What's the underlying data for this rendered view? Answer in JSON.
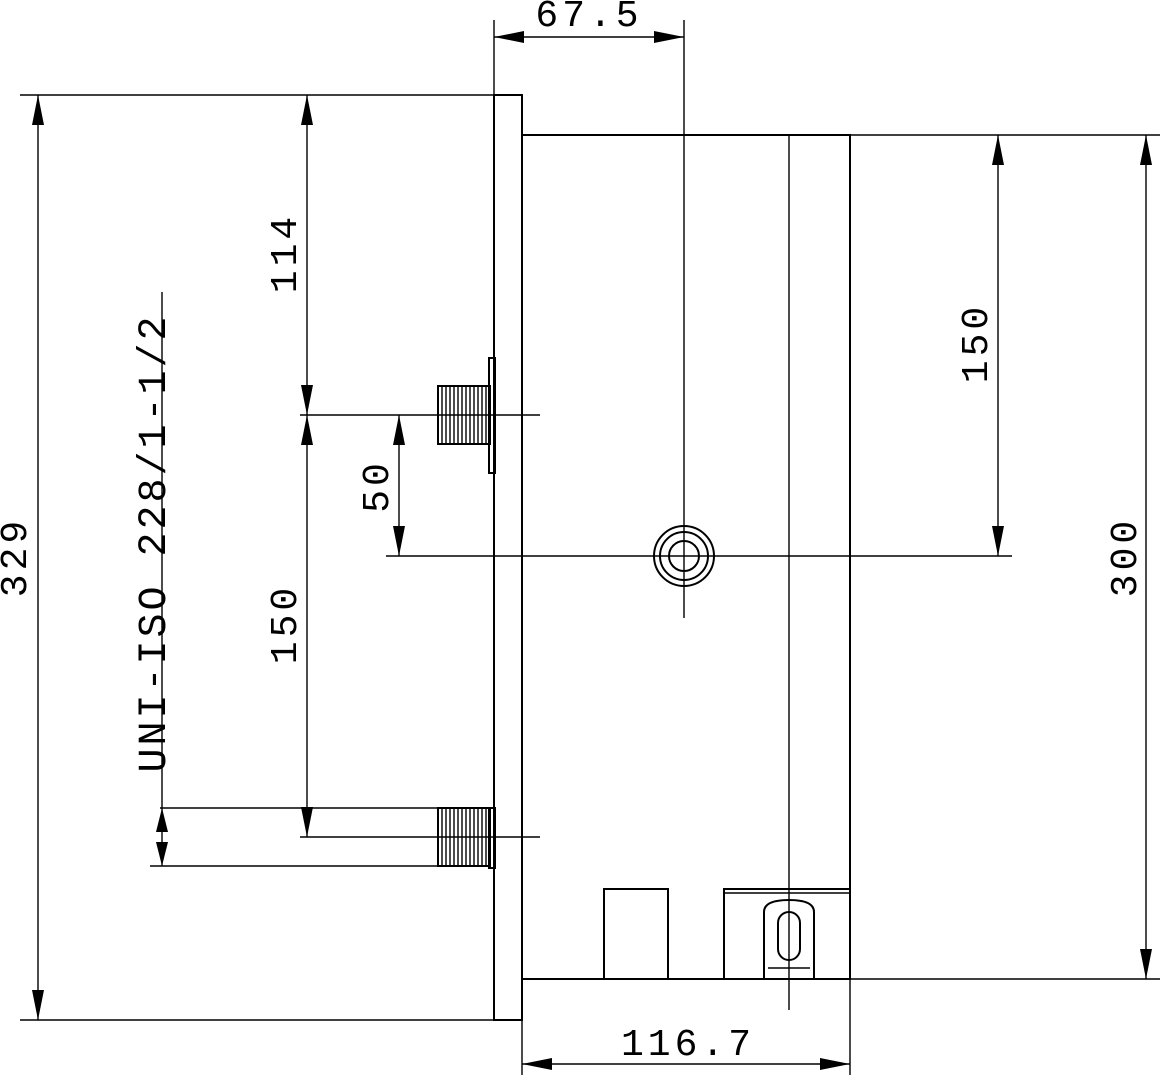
{
  "diagram": {
    "dimensions": {
      "top_width": "67.5",
      "bottom_width": "116.7",
      "total_height": "329",
      "upper_offset": "114",
      "port_spacing": "150",
      "center_offset": "50",
      "upper_to_center": "150",
      "body_height": "300"
    },
    "thread_spec": "UNI-ISO 228/1-1/2",
    "colors": {
      "line": "#000000",
      "background": "#ffffff"
    }
  }
}
